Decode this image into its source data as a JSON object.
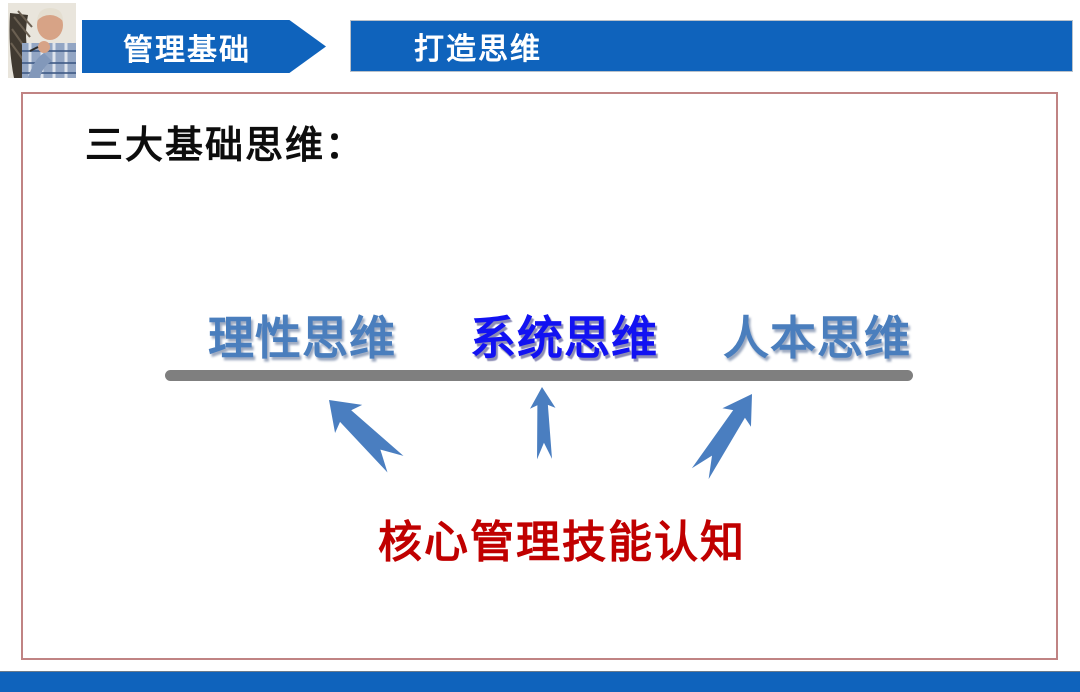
{
  "header": {
    "breadcrumb_primary": "管理基础",
    "breadcrumb_secondary": "打造思维"
  },
  "slide": {
    "title": "三大基础思维：",
    "terms": [
      {
        "label": "理性思维",
        "emphasized": false
      },
      {
        "label": "系统思维",
        "emphasized": true
      },
      {
        "label": "人本思维",
        "emphasized": false
      }
    ],
    "caption": "核心管理技能认知"
  },
  "icons": {
    "portrait": "portrait-photo",
    "arrow_left": "arrow-up-left-icon",
    "arrow_middle": "arrow-up-icon",
    "arrow_right": "arrow-up-right-icon"
  },
  "colors": {
    "header_blue": "#0f63bc",
    "term_steel_blue": "#4a7ebd",
    "term_bright_blue": "#1212f2",
    "caption_red": "#c00000",
    "divider_gray": "#7f7f7f",
    "slide_border_rose": "#c08383",
    "arrow_blue": "#4a7ec0"
  }
}
